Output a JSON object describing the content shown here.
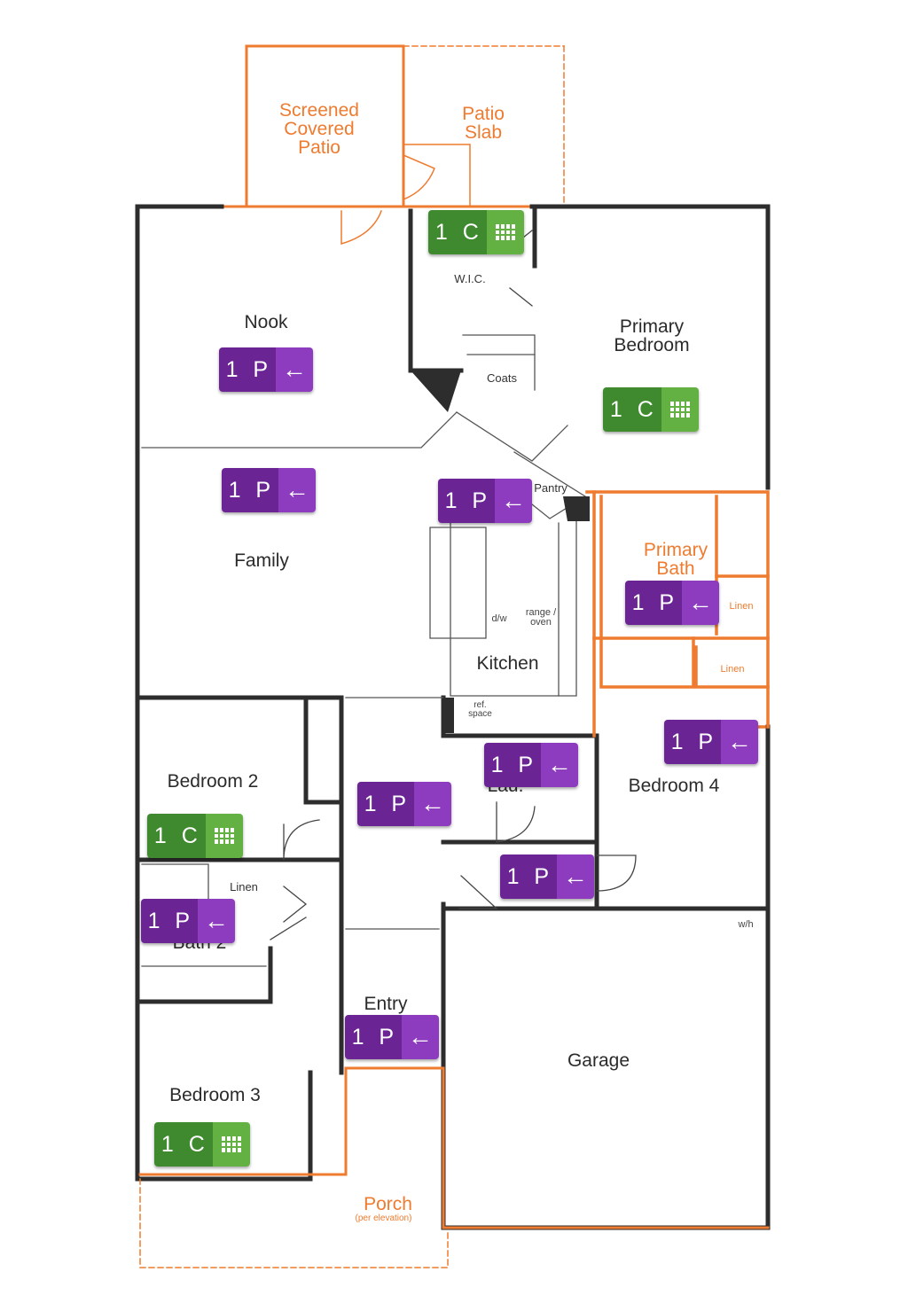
{
  "rooms": {
    "screened_patio": "Screened\nCovered\nPatio",
    "patio_slab": "Patio\nSlab",
    "wic": "W.I.C.",
    "coats": "Coats",
    "nook": "Nook",
    "primary_bedroom": "Primary\nBedroom",
    "family": "Family",
    "pantry": "Pantry",
    "primary_bath": "Primary\nBath",
    "linen_1": "Linen",
    "linen_2": "Linen",
    "linen_3": "Linen",
    "dw": "d/w",
    "range_oven": "range /\noven",
    "kitchen": "Kitchen",
    "ref_space": "ref.\nspace",
    "laundry": "Lau.",
    "bedroom2": "Bedroom 2",
    "bedroom4": "Bedroom 4",
    "bath2": "Bath 2",
    "wh": "w/h",
    "entry": "Entry",
    "garage": "Garage",
    "bedroom3": "Bedroom 3",
    "porch": "Porch",
    "porch_note": "(per elevation)"
  },
  "badges": {
    "p_label": "1 P",
    "c_label": "1 C",
    "p_icon": "arrow-left-icon",
    "c_icon": "grid-icon"
  },
  "colors": {
    "wall": "#2d2d2d",
    "outdoor_line": "#ee7b2f",
    "badge_p_dark": "#6b2494",
    "badge_p_light": "#8d3bbf",
    "badge_c_dark": "#3f8a2f",
    "badge_c_light": "#63b142"
  }
}
